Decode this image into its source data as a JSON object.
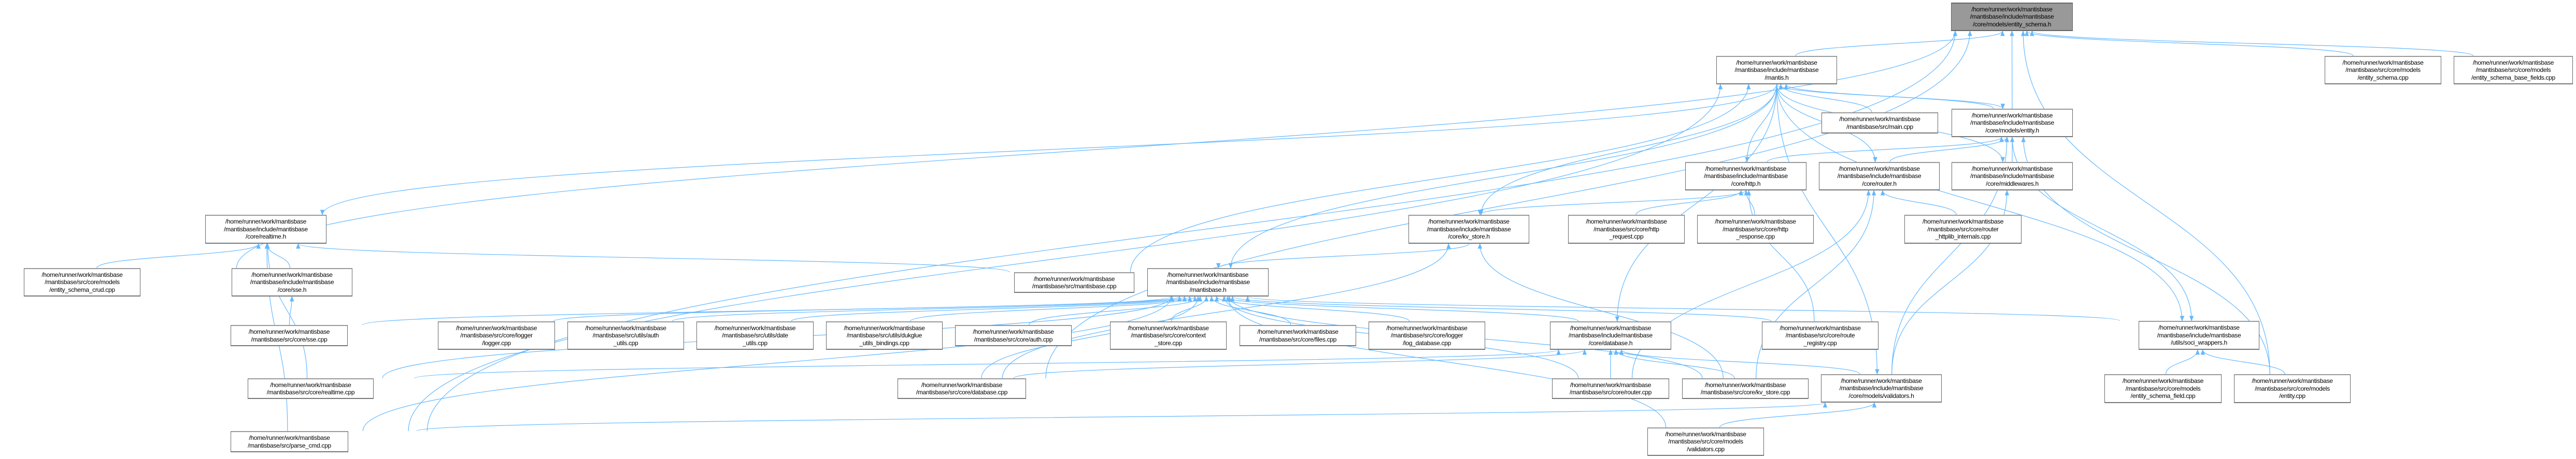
{
  "graph": {
    "title": "entity_schema.h include dependency graph",
    "edge_color": "#63b8ff",
    "root_fill": "#999999",
    "nodes": [
      {
        "id": "root",
        "lines": [
          "/home/runner/work/mantisbase",
          "/mantisbase/include/mantisbase",
          "/core/models/entity_schema.h"
        ]
      },
      {
        "id": "mantis_h",
        "lines": [
          "/home/runner/work/mantisbase",
          "/mantisbase/include/mantisbase",
          "/mantis.h"
        ]
      },
      {
        "id": "entity_schema_cpp",
        "lines": [
          "/home/runner/work/mantisbase",
          "/mantisbase/src/core/models",
          "/entity_schema.cpp"
        ]
      },
      {
        "id": "esbf_cpp",
        "lines": [
          "/home/runner/work/mantisbase",
          "/mantisbase/src/core/models",
          "/entity_schema_base_fields.cpp"
        ]
      },
      {
        "id": "main_cpp",
        "lines": [
          "/home/runner/work/mantisbase",
          "/mantisbase/src/main.cpp"
        ]
      },
      {
        "id": "entity_h",
        "lines": [
          "/home/runner/work/mantisbase",
          "/mantisbase/include/mantisbase",
          "/core/models/entity.h"
        ]
      },
      {
        "id": "http_h",
        "lines": [
          "/home/runner/work/mantisbase",
          "/mantisbase/include/mantisbase",
          "/core/http.h"
        ]
      },
      {
        "id": "router_h",
        "lines": [
          "/home/runner/work/mantisbase",
          "/mantisbase/include/mantisbase",
          "/core/router.h"
        ]
      },
      {
        "id": "middlewares_h",
        "lines": [
          "/home/runner/work/mantisbase",
          "/mantisbase/include/mantisbase",
          "/core/middlewares.h"
        ]
      },
      {
        "id": "realtime_h",
        "lines": [
          "/home/runner/work/mantisbase",
          "/mantisbase/include/mantisbase",
          "/core/realtime.h"
        ]
      },
      {
        "id": "kv_store_h",
        "lines": [
          "/home/runner/work/mantisbase",
          "/mantisbase/include/mantisbase",
          "/core/kv_store.h"
        ]
      },
      {
        "id": "http_request_cpp",
        "lines": [
          "/home/runner/work/mantisbase",
          "/mantisbase/src/core/http",
          "_request.cpp"
        ]
      },
      {
        "id": "http_response_cpp",
        "lines": [
          "/home/runner/work/mantisbase",
          "/mantisbase/src/core/http",
          "_response.cpp"
        ]
      },
      {
        "id": "router_httplib_cpp",
        "lines": [
          "/home/runner/work/mantisbase",
          "/mantisbase/src/core/router",
          "_httplib_internals.cpp"
        ]
      },
      {
        "id": "crud_cpp",
        "lines": [
          "/home/runner/work/mantisbase",
          "/mantisbase/src/core/models",
          "/entity_schema_crud.cpp"
        ]
      },
      {
        "id": "sse_h",
        "lines": [
          "/home/runner/work/mantisbase",
          "/mantisbase/include/mantisbase",
          "/core/sse.h"
        ]
      },
      {
        "id": "mantisbase_cpp",
        "lines": [
          "/home/runner/work/mantisbase",
          "/mantisbase/src/mantisbase.cpp"
        ]
      },
      {
        "id": "mantisbase_h",
        "lines": [
          "/home/runner/work/mantisbase",
          "/mantisbase/include/mantisbase",
          "/mantisbase.h"
        ]
      },
      {
        "id": "sse_cpp",
        "lines": [
          "/home/runner/work/mantisbase",
          "/mantisbase/src/core/sse.cpp"
        ]
      },
      {
        "id": "logger_cpp",
        "lines": [
          "/home/runner/work/mantisbase",
          "/mantisbase/src/core/logger",
          "/logger.cpp"
        ]
      },
      {
        "id": "auth_utils_cpp",
        "lines": [
          "/home/runner/work/mantisbase",
          "/mantisbase/src/utils/auth",
          "_utils.cpp"
        ]
      },
      {
        "id": "date_utils_cpp",
        "lines": [
          "/home/runner/work/mantisbase",
          "/mantisbase/src/utils/date",
          "_utils.cpp"
        ]
      },
      {
        "id": "dukglue_cpp",
        "lines": [
          "/home/runner/work/mantisbase",
          "/mantisbase/src/utils/dukglue",
          "_utils_bindings.cpp"
        ]
      },
      {
        "id": "auth_cpp",
        "lines": [
          "/home/runner/work/mantisbase",
          "/mantisbase/src/core/auth.cpp"
        ]
      },
      {
        "id": "context_store_cpp",
        "lines": [
          "/home/runner/work/mantisbase",
          "/mantisbase/src/core/context",
          "_store.cpp"
        ]
      },
      {
        "id": "files_cpp",
        "lines": [
          "/home/runner/work/mantisbase",
          "/mantisbase/src/core/files.cpp"
        ]
      },
      {
        "id": "log_database_cpp",
        "lines": [
          "/home/runner/work/mantisbase",
          "/mantisbase/src/core/logger",
          "/log_database.cpp"
        ]
      },
      {
        "id": "database_h",
        "lines": [
          "/home/runner/work/mantisbase",
          "/mantisbase/include/mantisbase",
          "/core/database.h"
        ]
      },
      {
        "id": "route_registry_cpp",
        "lines": [
          "/home/runner/work/mantisbase",
          "/mantisbase/src/core/route",
          "_registry.cpp"
        ]
      },
      {
        "id": "soci_wrappers_h",
        "lines": [
          "/home/runner/work/mantisbase",
          "/mantisbase/include/mantisbase",
          "/utils/soci_wrappers.h"
        ]
      },
      {
        "id": "realtime_cpp",
        "lines": [
          "/home/runner/work/mantisbase",
          "/mantisbase/src/core/realtime.cpp"
        ]
      },
      {
        "id": "database_cpp",
        "lines": [
          "/home/runner/work/mantisbase",
          "/mantisbase/src/core/database.cpp"
        ]
      },
      {
        "id": "router_cpp",
        "lines": [
          "/home/runner/work/mantisbase",
          "/mantisbase/src/core/router.cpp"
        ]
      },
      {
        "id": "kv_store_cpp",
        "lines": [
          "/home/runner/work/mantisbase",
          "/mantisbase/src/core/kv_store.cpp"
        ]
      },
      {
        "id": "validators_h",
        "lines": [
          "/home/runner/work/mantisbase",
          "/mantisbase/include/mantisbase",
          "/core/models/validators.h"
        ]
      },
      {
        "id": "esf_cpp",
        "lines": [
          "/home/runner/work/mantisbase",
          "/mantisbase/src/core/models",
          "/entity_schema_field.cpp"
        ]
      },
      {
        "id": "entity_cpp",
        "lines": [
          "/home/runner/work/mantisbase",
          "/mantisbase/src/core/models",
          "/entity.cpp"
        ]
      },
      {
        "id": "parse_cmd_cpp",
        "lines": [
          "/home/runner/work/mantisbase",
          "/mantisbase/src/parse_cmd.cpp"
        ]
      },
      {
        "id": "validators_cpp",
        "lines": [
          "/home/runner/work/mantisbase",
          "/mantisbase/src/core/models",
          "/validators.cpp"
        ]
      }
    ],
    "edges": [
      [
        "mantis_h",
        "root"
      ],
      [
        "entity_h",
        "root"
      ],
      [
        "entity_schema_cpp",
        "root"
      ],
      [
        "esbf_cpp",
        "root"
      ],
      [
        "entity_cpp",
        "root"
      ],
      [
        "crud_cpp",
        "root"
      ],
      [
        "parse_cmd_cpp",
        "root"
      ],
      [
        "database_cpp",
        "root"
      ],
      [
        "main_cpp",
        "mantis_h"
      ],
      [
        "entity_h",
        "mantis_h"
      ],
      [
        "mantisbase_cpp",
        "mantis_h"
      ],
      [
        "parse_cmd_cpp",
        "mantis_h"
      ],
      [
        "mantis_h",
        "entity_h"
      ],
      [
        "mantis_h",
        "realtime_h"
      ],
      [
        "mantis_h",
        "kv_store_h"
      ],
      [
        "mantis_h",
        "http_h"
      ],
      [
        "mantis_h",
        "router_h"
      ],
      [
        "mantis_h",
        "middlewares_h"
      ],
      [
        "mantis_h",
        "mantisbase_h"
      ],
      [
        "mantis_h",
        "database_h"
      ],
      [
        "mantis_h",
        "soci_wrappers_h"
      ],
      [
        "mantis_h",
        "validators_h"
      ],
      [
        "http_h",
        "entity_h"
      ],
      [
        "router_h",
        "entity_h"
      ],
      [
        "middlewares_h",
        "entity_h"
      ],
      [
        "validators_h",
        "entity_h"
      ],
      [
        "entity_cpp",
        "entity_h"
      ],
      [
        "entity_h",
        "soci_wrappers_h"
      ],
      [
        "esf_cpp",
        "soci_wrappers_h"
      ],
      [
        "entity_cpp",
        "soci_wrappers_h"
      ],
      [
        "http_h",
        "kv_store_h"
      ],
      [
        "http_request_cpp",
        "http_h"
      ],
      [
        "http_response_cpp",
        "http_h"
      ],
      [
        "route_registry_cpp",
        "http_h"
      ],
      [
        "router_httplib_cpp",
        "router_h"
      ],
      [
        "router_cpp",
        "router_h"
      ],
      [
        "kv_store_cpp",
        "router_h"
      ],
      [
        "validators_h",
        "middlewares_h"
      ],
      [
        "kv_store_h",
        "mantisbase_h"
      ],
      [
        "mantisbase_cpp",
        "realtime_h"
      ],
      [
        "crud_cpp",
        "realtime_h"
      ],
      [
        "sse_h",
        "realtime_h"
      ],
      [
        "realtime_cpp",
        "realtime_h"
      ],
      [
        "parse_cmd_cpp",
        "realtime_h"
      ],
      [
        "sse_cpp",
        "sse_h"
      ],
      [
        "sse_cpp",
        "mantisbase_h"
      ],
      [
        "logger_cpp",
        "mantisbase_h"
      ],
      [
        "auth_utils_cpp",
        "mantisbase_h"
      ],
      [
        "date_utils_cpp",
        "mantisbase_h"
      ],
      [
        "dukglue_cpp",
        "mantisbase_h"
      ],
      [
        "auth_cpp",
        "mantisbase_h"
      ],
      [
        "context_store_cpp",
        "mantisbase_h"
      ],
      [
        "files_cpp",
        "mantisbase_h"
      ],
      [
        "log_database_cpp",
        "mantisbase_h"
      ],
      [
        "database_h",
        "mantisbase_h"
      ],
      [
        "route_registry_cpp",
        "mantisbase_h"
      ],
      [
        "realtime_cpp",
        "mantisbase_h"
      ],
      [
        "parse_cmd_cpp",
        "mantisbase_h"
      ],
      [
        "database_cpp",
        "mantisbase_h"
      ],
      [
        "validators_cpp",
        "mantisbase_h"
      ],
      [
        "router_cpp",
        "mantisbase_h"
      ],
      [
        "kv_store_cpp",
        "mantisbase_h"
      ],
      [
        "soci_wrappers_h",
        "mantisbase_h"
      ],
      [
        "router_cpp",
        "database_h"
      ],
      [
        "kv_store_cpp",
        "database_h"
      ],
      [
        "database_cpp",
        "database_h"
      ],
      [
        "realtime_cpp",
        "database_h"
      ],
      [
        "validators_h",
        "database_h"
      ],
      [
        "kv_store_cpp",
        "kv_store_h"
      ],
      [
        "database_cpp",
        "kv_store_h"
      ],
      [
        "validators_cpp",
        "validators_h"
      ],
      [
        "parse_cmd_cpp",
        "validators_h"
      ]
    ]
  }
}
